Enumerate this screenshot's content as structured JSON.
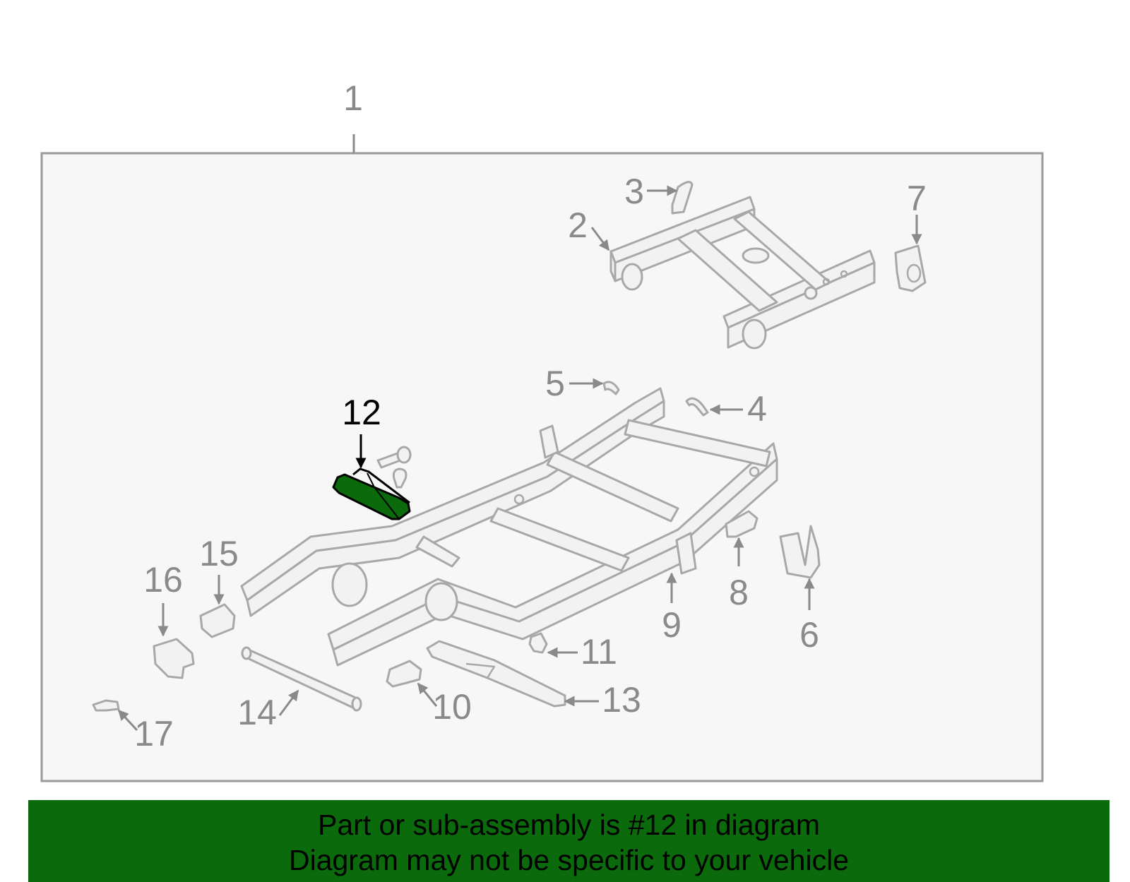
{
  "callouts": {
    "c1": "1",
    "c2": "2",
    "c3": "3",
    "c4": "4",
    "c5": "5",
    "c6": "6",
    "c7": "7",
    "c8": "8",
    "c9": "9",
    "c10": "10",
    "c11": "11",
    "c12": "12",
    "c13": "13",
    "c14": "14",
    "c15": "15",
    "c16": "16",
    "c17": "17"
  },
  "highlighted_part": "12",
  "colors": {
    "highlight_fill": "#0b6a0b",
    "footer_background": "#0b6a0b",
    "panel_background": "#f7f7f7",
    "line_gray": "#a8a8a8"
  },
  "footer": {
    "line1": "Part or sub-assembly is #12 in diagram",
    "line2": "Diagram may not be specific to your vehicle"
  }
}
